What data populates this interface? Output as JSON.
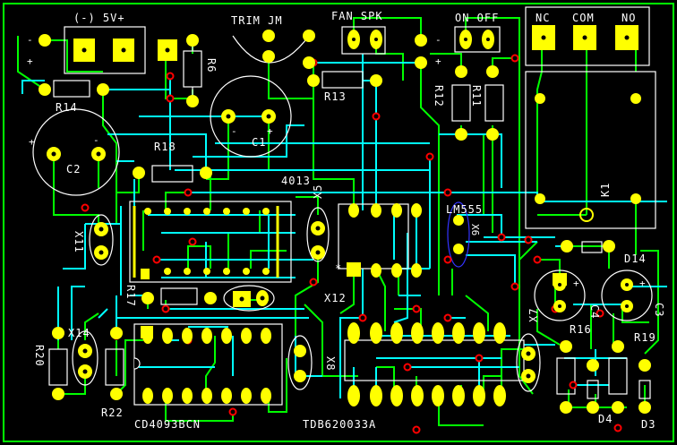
{
  "board": {
    "colors": {
      "background": "#000000",
      "border": "#00ff00",
      "top_trace": "#00ffff",
      "bottom_trace": "#00ff00",
      "pad": "#ffff00",
      "via": "#ff0000",
      "silkscreen": "#ffffff",
      "highlight": "#3333ff"
    },
    "labels": {
      "power_header": "(-)  5V+",
      "trim": "TRIM  JM",
      "fan_spk": "FAN SPK",
      "on_off": "ON OFF",
      "nc": "NC",
      "com": "COM",
      "no": "NO",
      "r14": "R14",
      "r6": "R6",
      "r13": "R13",
      "r12": "R12",
      "r11": "R11",
      "c1": "C1",
      "c2": "C2",
      "r18": "R18",
      "ic_4013": "4013",
      "x5": "X5",
      "lm555": "LM555",
      "x6": "X6",
      "k1": "K1",
      "x11": "X11",
      "d14": "D14",
      "r17": "R17",
      "x12": "X12",
      "c4": "C4",
      "c3": "C3",
      "x14": "X14",
      "r16": "R16",
      "r19": "R19",
      "x7": "X7",
      "r20": "R20",
      "x8": "X8",
      "r22": "R22",
      "cd4093": "CD4093BCN",
      "tdb": "TDB620033A",
      "d4": "D4",
      "d3": "D3",
      "plus": "+",
      "minus": "-",
      "star": "*"
    }
  }
}
